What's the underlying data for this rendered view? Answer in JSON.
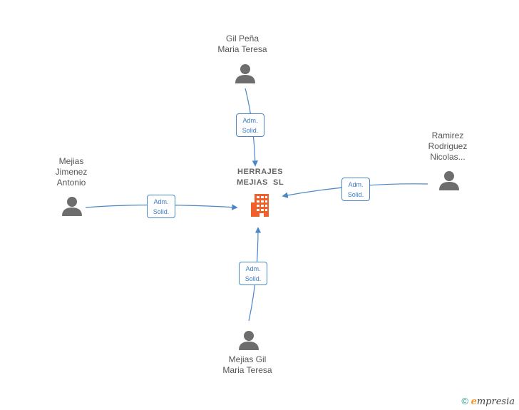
{
  "company": {
    "name_line1": "HERRAJES",
    "name_line2": "MEJIAS  SL",
    "icon": "building-icon",
    "color": "#f0602a"
  },
  "people": [
    {
      "id": "gil-pena",
      "line1": "Gil Peña",
      "line2": "Maria Teresa",
      "line3": ""
    },
    {
      "id": "mejias-jimenez",
      "line1": "Mejias",
      "line2": "Jimenez",
      "line3": "Antonio"
    },
    {
      "id": "ramirez",
      "line1": "Ramirez",
      "line2": "Rodriguez",
      "line3": "Nicolas..."
    },
    {
      "id": "mejias-gil",
      "line1": "Mejias Gil",
      "line2": "Maria Teresa",
      "line3": ""
    }
  ],
  "relations": [
    {
      "from": "gil-pena",
      "line1": "Adm.",
      "line2": "Solid."
    },
    {
      "from": "mejias-jimenez",
      "line1": "Adm.",
      "line2": "Solid."
    },
    {
      "from": "ramirez",
      "line1": "Adm.",
      "line2": "Solid."
    },
    {
      "from": "mejias-gil",
      "line1": "Adm.",
      "line2": "Solid."
    }
  ],
  "colors": {
    "edge": "#4a86c8",
    "person": "#6d6d6d"
  },
  "footer": {
    "copyright": "©",
    "brand_initial": "e",
    "brand_rest": "mpresia"
  }
}
